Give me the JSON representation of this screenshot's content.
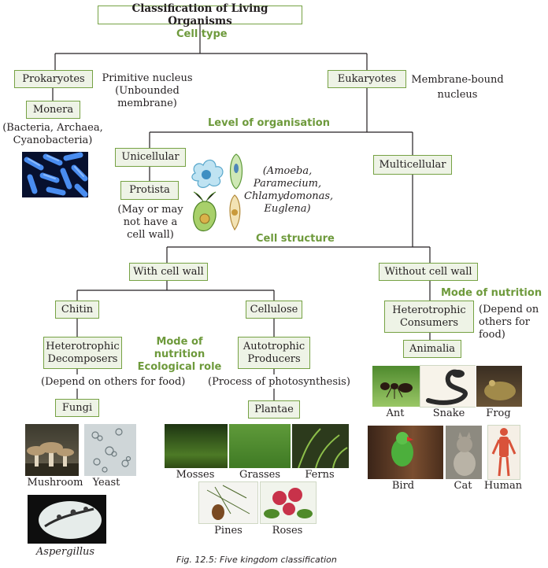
{
  "title": "Classification of Living Organisms",
  "labels": {
    "cell_type": "Cell type",
    "level_of_organisation": "Level of organisation",
    "cell_structure": "Cell structure",
    "mode_of_nutrition_right": "Mode of nutrition",
    "mode_of_nutrition_left": "Mode of nutrition",
    "ecological_role": "Ecological role"
  },
  "nodes": {
    "prokaryotes": "Prokaryotes",
    "eukaryotes": "Eukaryotes",
    "monera": "Monera",
    "unicellular": "Unicellular",
    "multicellular": "Multicellular",
    "protista": "Protista",
    "with_cell_wall": "With cell wall",
    "without_cell_wall": "Without cell wall",
    "chitin": "Chitin",
    "cellulose": "Cellulose",
    "hetero_decomposers_1": "Heterotrophic",
    "hetero_decomposers_2": "Decomposers",
    "autotrophic_1": "Autotrophic",
    "autotrophic_2": "Producers",
    "hetero_consumers_1": "Heterotrophic",
    "hetero_consumers_2": "Consumers",
    "fungi": "Fungi",
    "plantae": "Plantae",
    "animalia": "Animalia"
  },
  "notes": {
    "primitive_1": "Primitive nucleus",
    "primitive_2": "(Unbounded",
    "primitive_3": "membrane)",
    "membrane_1": "Membrane-bound",
    "membrane_2": "nucleus",
    "monera_ex_1": "(Bacteria, Archaea,",
    "monera_ex_2": "Cyanobacteria)",
    "protista_ex_1": "(Amoeba,",
    "protista_ex_2": "Paramecium,",
    "protista_ex_3": "Chlamydomonas,",
    "protista_ex_4": "Euglena)",
    "protista_wall_1": "(May or may",
    "protista_wall_2": "not have a",
    "protista_wall_3": "cell wall)",
    "depend_fungi": "(Depend on others for food)",
    "photosynthesis": "(Process of photosynthesis)",
    "depend_animal_1": "(Depend on",
    "depend_animal_2": "others for",
    "depend_animal_3": "food)"
  },
  "photos": {
    "mushroom": "Mushroom",
    "yeast": "Yeast",
    "aspergillus": "Aspergillus",
    "mosses": "Mosses",
    "grasses": "Grasses",
    "ferns": "Ferns",
    "pines": "Pines",
    "roses": "Roses",
    "ant": "Ant",
    "snake": "Snake",
    "frog": "Frog",
    "bird": "Bird",
    "cat": "Cat",
    "human": "Human"
  },
  "caption": "Fig. 12.5: Five kingdom classification",
  "colors": {
    "accent": "#6e9a3c",
    "box_fill": "#eef3e6",
    "box_border": "#76a244",
    "line": "#231f20"
  }
}
